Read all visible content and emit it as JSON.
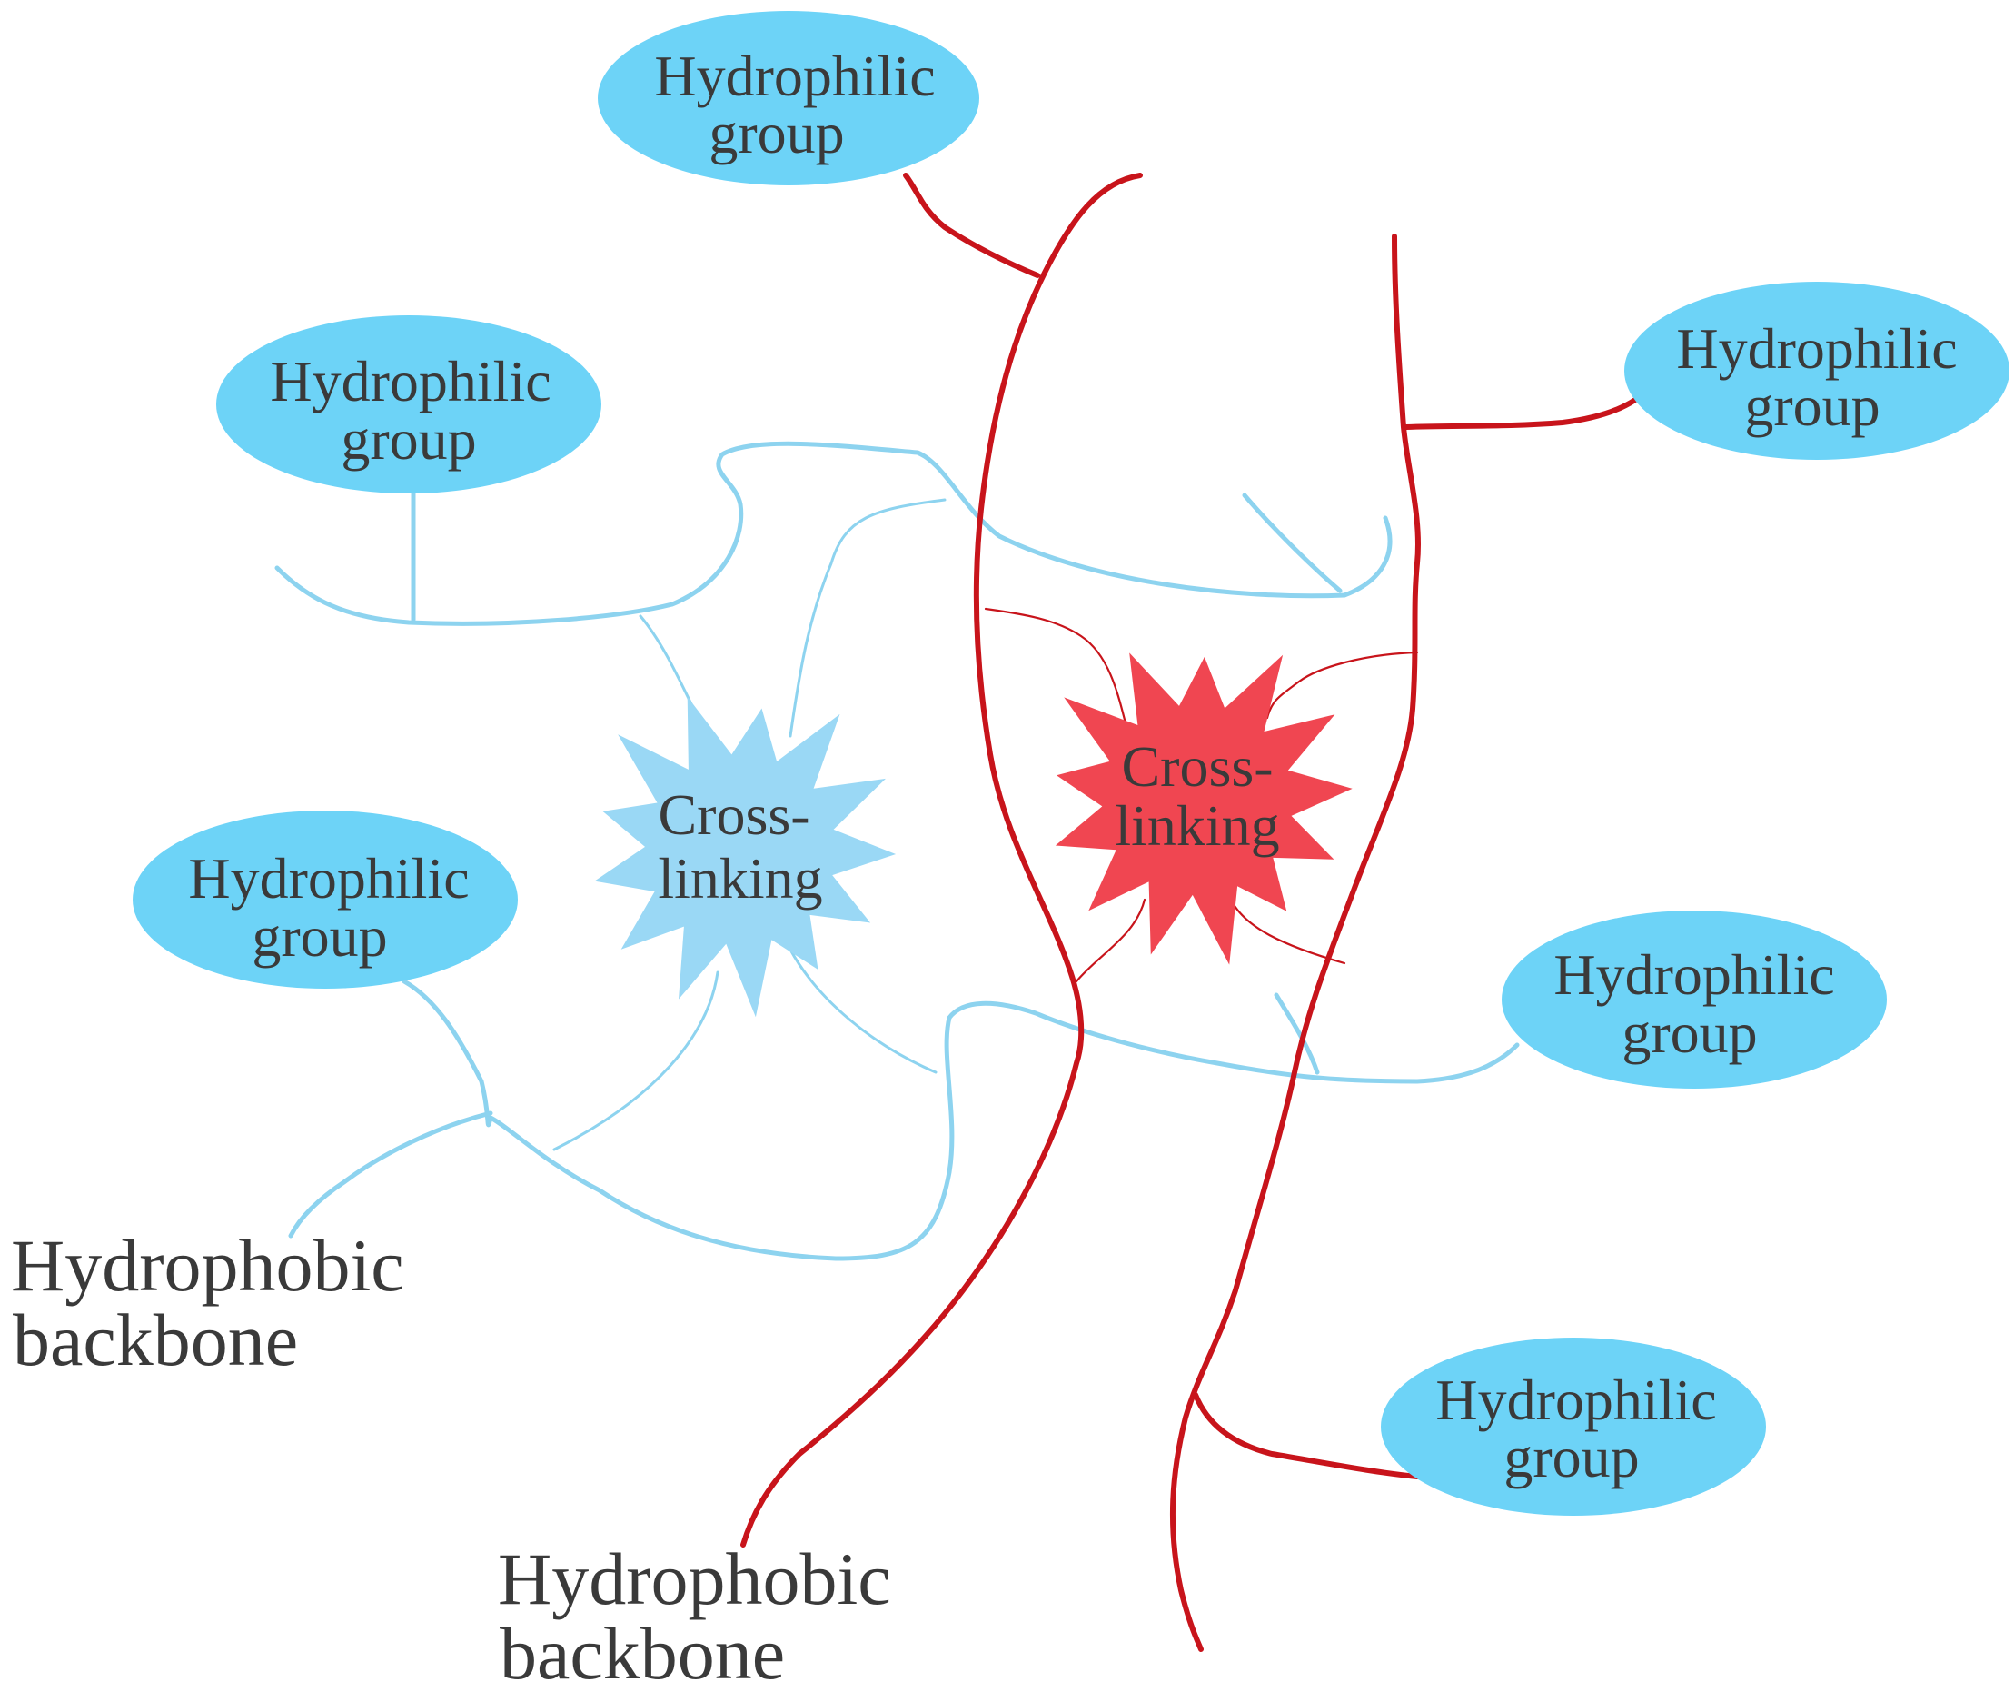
{
  "hydrophilic_groups": [
    {
      "line1": "Hydrophilic",
      "line2": "group"
    },
    {
      "line1": "Hydrophilic",
      "line2": "group"
    },
    {
      "line1": "Hydrophilic",
      "line2": "group"
    },
    {
      "line1": "Hydrophilic",
      "line2": "group"
    },
    {
      "line1": "Hydrophilic",
      "line2": "group"
    },
    {
      "line1": "Hydrophilic",
      "line2": "group"
    }
  ],
  "cross_linking": {
    "blue": {
      "line1": "Cross-",
      "line2": "linking"
    },
    "red": {
      "line1": "Cross-",
      "line2": "linking"
    }
  },
  "backbones": {
    "blue": {
      "line1": "Hydrophobic",
      "line2": "backbone"
    },
    "red": {
      "line1": "Hydrophobic",
      "line2": "backbone"
    }
  },
  "colors": {
    "red_chain": "#c8141b",
    "red_star": "#f04651",
    "blue_chain": "#8dd3ef",
    "blue_star": "#9ad8f5",
    "ellipse": "#6dd3f7",
    "text": "#3a3a3a"
  }
}
